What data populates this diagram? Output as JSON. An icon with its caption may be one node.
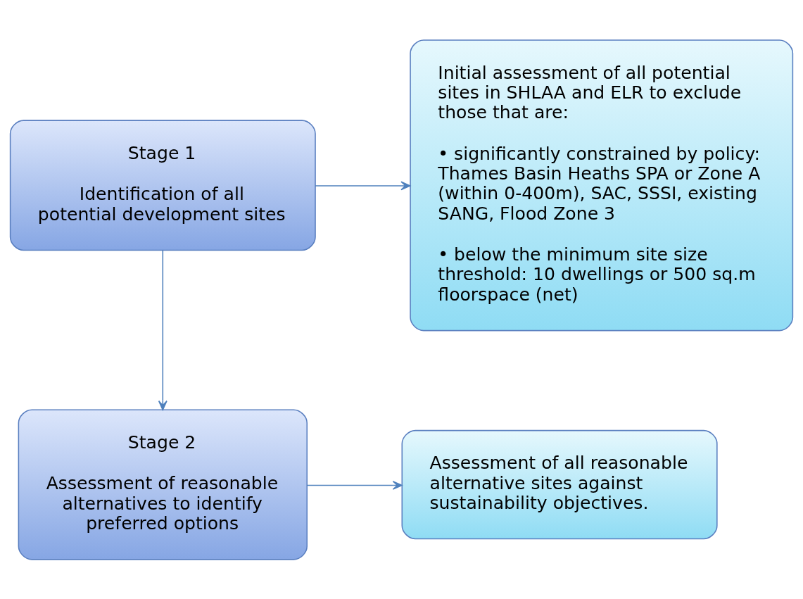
{
  "diagram": {
    "nodes": [
      {
        "text": [
          "Stage 1",
          "Identification of all potential development sites"
        ]
      },
      {
        "text": [
          "Initial assessment of all potential sites in SHLAA and ELR to exclude those that are:",
          "• significantly constrained by policy: Thames Basin Heaths SPA or Zone A (within 0-400m), SAC, SSSI, existing SANG, Flood Zone 3",
          "• below the minimum site size threshold: 10 dwellings or 500 sq.m floorspace (net)"
        ]
      },
      {
        "text": [
          "Stage 2",
          "Assessment of reasonable alternatives to identify preferred options"
        ]
      },
      {
        "text": [
          "Assessment of all reasonable alternative sites against sustainability objectives."
        ]
      }
    ],
    "edges": [
      {
        "from": 0,
        "to": 1,
        "arrow": "to"
      },
      {
        "from": 0,
        "to": 2,
        "arrow": "to"
      },
      {
        "from": 2,
        "to": 3,
        "arrow": "to"
      }
    ]
  }
}
